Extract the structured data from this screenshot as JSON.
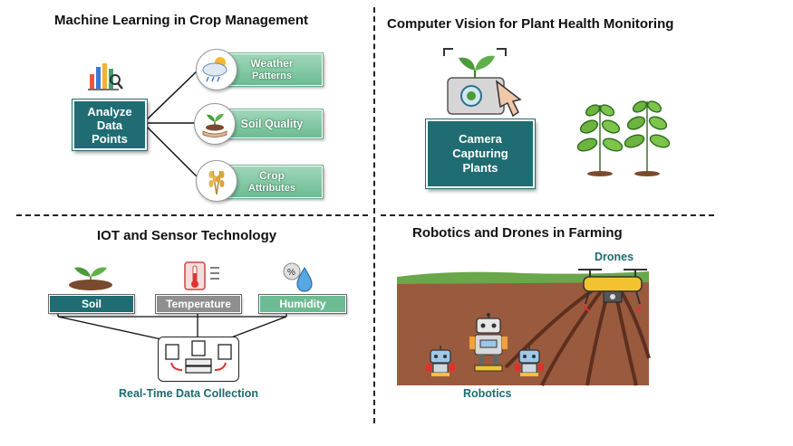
{
  "quadrants": {
    "ml": {
      "title": "Machine Learning in Crop Management",
      "center_label": [
        "Analyze",
        "Data",
        "Points"
      ],
      "items": [
        {
          "label": [
            "Weather",
            "Patterns"
          ],
          "icon": "cloud-rain-icon"
        },
        {
          "label": [
            "Soil Quality"
          ],
          "icon": "soil-hand-icon"
        },
        {
          "label": [
            "Crop",
            "Attributes"
          ],
          "icon": "wheat-icon"
        }
      ]
    },
    "cv": {
      "title": "Computer Vision for Plant Health Monitoring",
      "box_label": [
        "Camera",
        "Capturing",
        "Plants"
      ]
    },
    "iot": {
      "title": "IOT and Sensor Technology",
      "sensors": [
        {
          "label": "Soil",
          "color": "#1f6d73"
        },
        {
          "label": "Temperature",
          "color": "#8f8f8f"
        },
        {
          "label": "Humidity",
          "color": "#6cbb93"
        }
      ],
      "caption": "Real-Time Data Collection"
    },
    "robotics": {
      "title": "Robotics and Drones in Farming",
      "drones_label": "Drones",
      "robotics_label": "Robotics"
    }
  },
  "colors": {
    "teal": "#1f6d73",
    "green": "#6cbb93",
    "soil": "#8a4a36"
  }
}
